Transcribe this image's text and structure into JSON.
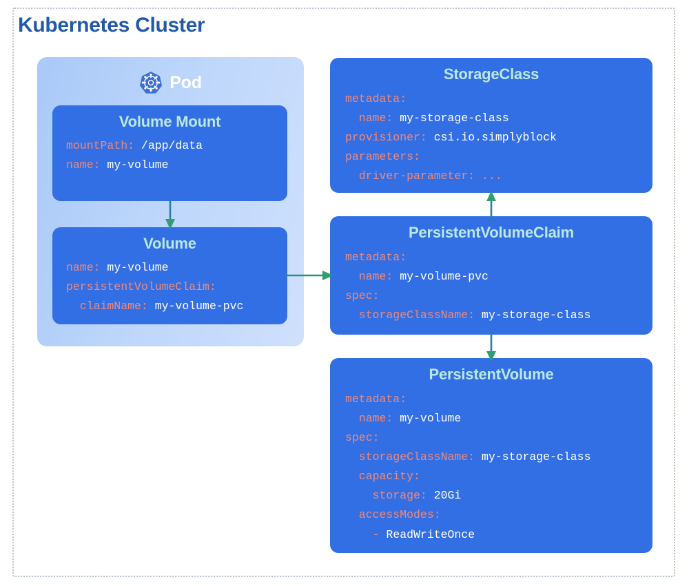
{
  "cluster": {
    "title": "Kubernetes Cluster",
    "border_color": "#b9c2cf",
    "title_color": "#2259a8"
  },
  "pod": {
    "label": "Pod",
    "icon": "kubernetes-helm-icon",
    "bg_gradient_from": "#a9c9f7",
    "bg_gradient_to": "#cfe0fc"
  },
  "theme": {
    "card_bg": "#336fe4",
    "card_title_color": "#b9e8e6",
    "key_color": "#f0897a",
    "value_color": "#ffffff",
    "arrow_color": "#2f9e72",
    "arrow_line_color": "#2a7f9e"
  },
  "cards": {
    "volume_mount": {
      "title": "Volume Mount",
      "lines": [
        {
          "key": "mountPath:",
          "value": " /app/data",
          "indent": 0
        },
        {
          "key": "name:",
          "value": " my-volume",
          "indent": 0
        }
      ]
    },
    "volume": {
      "title": "Volume",
      "lines": [
        {
          "key": "name:",
          "value": " my-volume",
          "indent": 0
        },
        {
          "key": "persistentVolumeClaim:",
          "value": "",
          "indent": 0
        },
        {
          "key": "claimName:",
          "value": " my-volume-pvc",
          "indent": 1
        }
      ]
    },
    "storage_class": {
      "title": "StorageClass",
      "lines": [
        {
          "key": "metadata:",
          "value": "",
          "indent": 0
        },
        {
          "key": "name:",
          "value": " my-storage-class",
          "indent": 1
        },
        {
          "key": "provisioner:",
          "value": " csi.io.simplyblock",
          "indent": 0
        },
        {
          "key": "parameters:",
          "value": "",
          "indent": 0
        },
        {
          "key": "driver-parameter: ...",
          "value": "",
          "indent": 1
        }
      ]
    },
    "persistent_volume_claim": {
      "title": "PersistentVolumeClaim",
      "lines": [
        {
          "key": "metadata:",
          "value": "",
          "indent": 0
        },
        {
          "key": "name:",
          "value": " my-volume-pvc",
          "indent": 1
        },
        {
          "key": "spec:",
          "value": "",
          "indent": 0
        },
        {
          "key": "storageClassName:",
          "value": " my-storage-class",
          "indent": 1
        }
      ]
    },
    "persistent_volume": {
      "title": "PersistentVolume",
      "lines": [
        {
          "key": "metadata:",
          "value": "",
          "indent": 0
        },
        {
          "key": "name:",
          "value": " my-volume",
          "indent": 1
        },
        {
          "key": "spec:",
          "value": "",
          "indent": 0
        },
        {
          "key": "storageClassName:",
          "value": " my-storage-class",
          "indent": 1
        },
        {
          "key": "capacity:",
          "value": "",
          "indent": 1
        },
        {
          "key": "storage:",
          "value": " 20Gi",
          "indent": 2
        },
        {
          "key": "accessModes:",
          "value": "",
          "indent": 1
        },
        {
          "key": "-",
          "value": " ReadWriteOnce",
          "indent": 2
        }
      ]
    }
  },
  "connectors": [
    {
      "name": "volume-mount-to-volume",
      "direction": "down"
    },
    {
      "name": "volume-to-pvc",
      "direction": "right"
    },
    {
      "name": "pvc-to-storageclass",
      "direction": "up"
    },
    {
      "name": "pvc-to-persistentvolume",
      "direction": "down"
    }
  ]
}
